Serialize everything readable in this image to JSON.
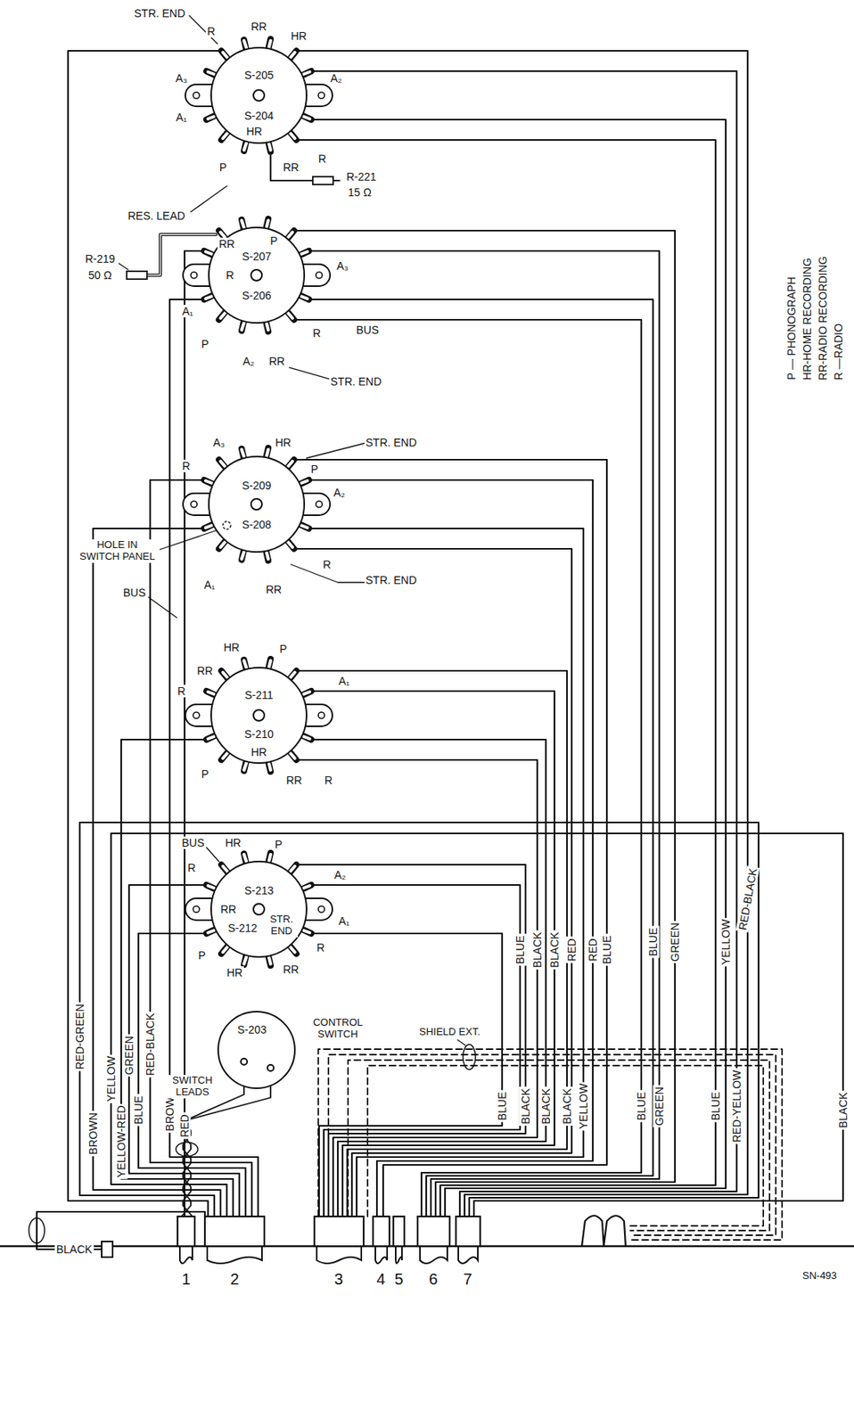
{
  "diagram": {
    "nodes": [
      {
        "text": [
          "S-205",
          "S-204"
        ]
      },
      {
        "text": [
          "S-207",
          "S-206"
        ]
      },
      {
        "text": [
          "S-209",
          "S-208"
        ]
      },
      {
        "text": [
          "S-211",
          "S-210"
        ]
      },
      {
        "text": [
          "S-213",
          "S-212"
        ]
      },
      {
        "text": [
          "S-203"
        ]
      }
    ],
    "labels": [
      "STR. END",
      "R",
      "RR",
      "HR",
      "A₃",
      "A₂",
      "A₁",
      "HR",
      "P",
      "RR",
      "R",
      "R-221",
      "15 Ω",
      "RES. LEAD",
      "R-219",
      "50 Ω",
      "RR",
      "P",
      "R",
      "A₃",
      "A₁",
      "R",
      "P",
      "A₂",
      "RR",
      "STR. END",
      "BUS",
      "A₃",
      "HR",
      "STR. END",
      "P",
      "A₂",
      "R",
      "HOLE IN SWITCH PANEL",
      "R",
      "STR. END",
      "A₁",
      "RR",
      "BUS",
      "HR",
      "P",
      "RR",
      "R",
      "A₁",
      "HR",
      "R",
      "P",
      "RR",
      "BUS",
      "HR",
      "P",
      "RR",
      "R",
      "A₂",
      "STR. END",
      "A₁",
      "R",
      "P",
      "HR",
      "RR",
      "RED-GREEN",
      "BROWN",
      "GREEN",
      "YELLOW",
      "YELLOW-RED",
      "BLUE",
      "RED-BLACK",
      "BROWN",
      "RED",
      "SWITCH LEADS",
      "CONTROL SWITCH",
      "BLACK",
      "SHIELD EXT.",
      "BLUE",
      "BLACK",
      "BLACK",
      "RED",
      "RED",
      "BLUE",
      "BLUE",
      "GREEN",
      "YELLOW",
      "RED-BLACK",
      "BLUE",
      "BLACK",
      "BLACK",
      "BLACK",
      "YELLOW",
      "BLUE",
      "GREEN",
      "BLUE",
      "RED-YELLOW",
      "BLACK",
      "1",
      "2",
      "3",
      "4",
      "5",
      "6",
      "7",
      "SN-493"
    ],
    "legend": [
      {
        "text": "P — PHONOGRAPH"
      },
      {
        "text": "HR-HOME RECORDING"
      },
      {
        "text": "RR-RADIO RECORDING"
      },
      {
        "text": "R —RADIO"
      }
    ]
  }
}
